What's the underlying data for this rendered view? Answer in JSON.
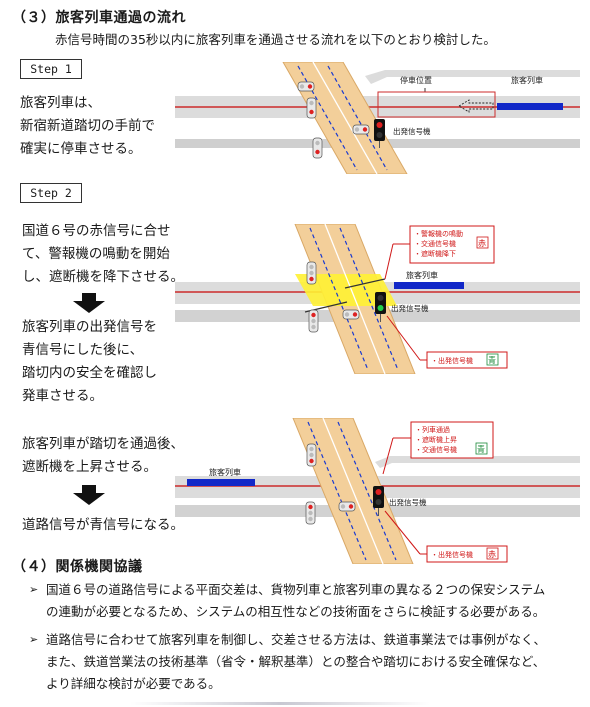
{
  "section3": {
    "title": "（３）旅客列車通過の流れ",
    "subtitle": "赤信号時間の35秒以内に旅客列車を通過させる流れを以下のとおり検討した。"
  },
  "step1": {
    "label": "Step 1",
    "lines": [
      "旅客列車は、",
      "新宿新道踏切の手前で",
      "確実に停車させる。"
    ],
    "diagram": {
      "stop_position": "停車位置",
      "train_label": "旅客列車",
      "signal_label": "出発信号機"
    }
  },
  "step2": {
    "label": "Step 2",
    "lines_a": [
      "国道６号の赤信号に合せ",
      "て、警報機の鳴動を開始",
      "し、遮断機を降下させる。"
    ],
    "lines_b": [
      "旅客列車の出発信号を",
      "青信号にした後に、",
      "踏切内の安全を確認し",
      "発車させる。"
    ],
    "diagram": {
      "callout_lines": [
        "・警報機の鳴動",
        "・交通信号機",
        "・遮断機降下"
      ],
      "callout_badge": "赤",
      "train_label": "旅客列車",
      "signal_label": "出発信号機",
      "departure_callout": "・出発信号機",
      "departure_badge": "青"
    }
  },
  "step3": {
    "lines_a": [
      "旅客列車が踏切を通過後、",
      "遮断機を上昇させる。"
    ],
    "lines_b": [
      "道路信号が青信号になる。"
    ],
    "diagram": {
      "callout_lines": [
        "・列車通過",
        "・遮断機上昇",
        "・交通信号機"
      ],
      "callout_badge": "青",
      "train_label": "旅客列車",
      "signal_label": "出発信号機",
      "departure_callout": "・出発信号機",
      "departure_badge": "赤"
    }
  },
  "section4": {
    "title": "（４）関係機関協議",
    "bullets": [
      [
        "国道６号の道路信号による平面交差は、貨物列車と旅客列車の異なる２つの保安システム",
        "の連動が必要となるため、システムの相互性などの技術面をさらに検証する必要がある。"
      ],
      [
        "道路信号に合わせて旅客列車を制御し、交差させる方法は、鉄道事業法では事例がなく、",
        "また、鉄道営業法の技術基準（省令・解釈基準）との整合や踏切における安全確保など、",
        "より詳細な検討が必要である。"
      ]
    ]
  },
  "colors": {
    "road": "#f3cf9a",
    "road_edge": "#d9a866",
    "track_bg": "#dcdcdc",
    "rail_red": "#cc2b2b",
    "train_blue": "#1228c8",
    "callout_red": "#d01818",
    "crossing_yellow": "#fff133"
  }
}
